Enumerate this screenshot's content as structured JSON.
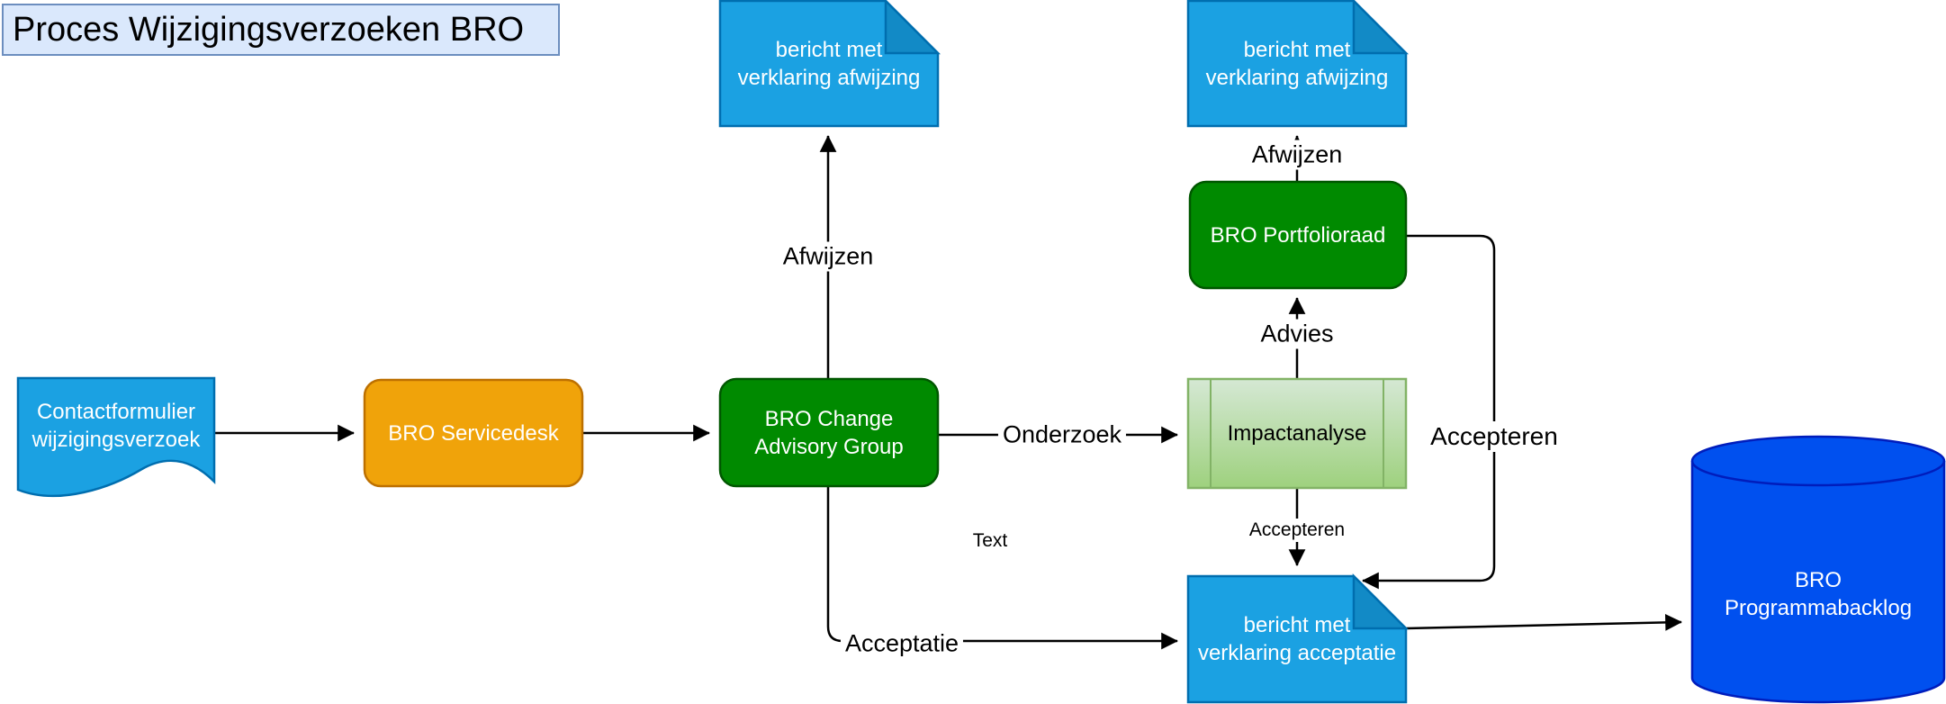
{
  "diagram": {
    "title": "Proces Wijzigingsverzoeken BRO",
    "nodes": {
      "contact_form": {
        "type": "document",
        "line1": "Contactformulier",
        "line2": "wijzigingsverzoek"
      },
      "servicedesk": {
        "type": "rounded-rect",
        "label": "BRO Servicedesk"
      },
      "change_advisory_group": {
        "type": "rounded-rect",
        "line1": "BRO Change",
        "line2": "Advisory Group"
      },
      "rejection_note_1": {
        "type": "note",
        "line1": "bericht met",
        "line2": "verklaring afwijzing"
      },
      "rejection_note_2": {
        "type": "note",
        "line1": "bericht met",
        "line2": "verklaring afwijzing"
      },
      "portfolioraad": {
        "type": "rounded-rect",
        "label": "BRO Portfolioraad"
      },
      "impactanalyse": {
        "type": "process",
        "label": "Impactanalyse"
      },
      "acceptance_note": {
        "type": "note",
        "line1": "bericht met",
        "line2": "verklaring acceptatie"
      },
      "programmabacklog": {
        "type": "cylinder",
        "line1": "BRO",
        "line2": "Programmabacklog"
      }
    },
    "edge_labels": {
      "afwijzen_cag": "Afwijzen",
      "afwijzen_portfolio": "Afwijzen",
      "onderzoek": "Onderzoek",
      "advies": "Advies",
      "accepteren_right": "Accepteren",
      "accepteren_down": "Accepteren",
      "acceptatie": "Acceptatie",
      "free_text": "Text"
    },
    "colors": {
      "title_bg": "#dae8fc",
      "title_border": "#6c8ebf",
      "note_blue": "#1ba1e2",
      "note_blue_fold": "#128ac6",
      "note_blue_border": "#006eaf",
      "orange": "#f0a30a",
      "orange_border": "#bd7000",
      "green": "#008a00",
      "green_border": "#005700",
      "process_green_top": "#d5e8d4",
      "process_green_bottom": "#9ed17e",
      "process_green_border": "#82b366",
      "db_blue": "#0050ef",
      "db_blue_border": "#001dbc",
      "edge_color": "#000000"
    }
  }
}
